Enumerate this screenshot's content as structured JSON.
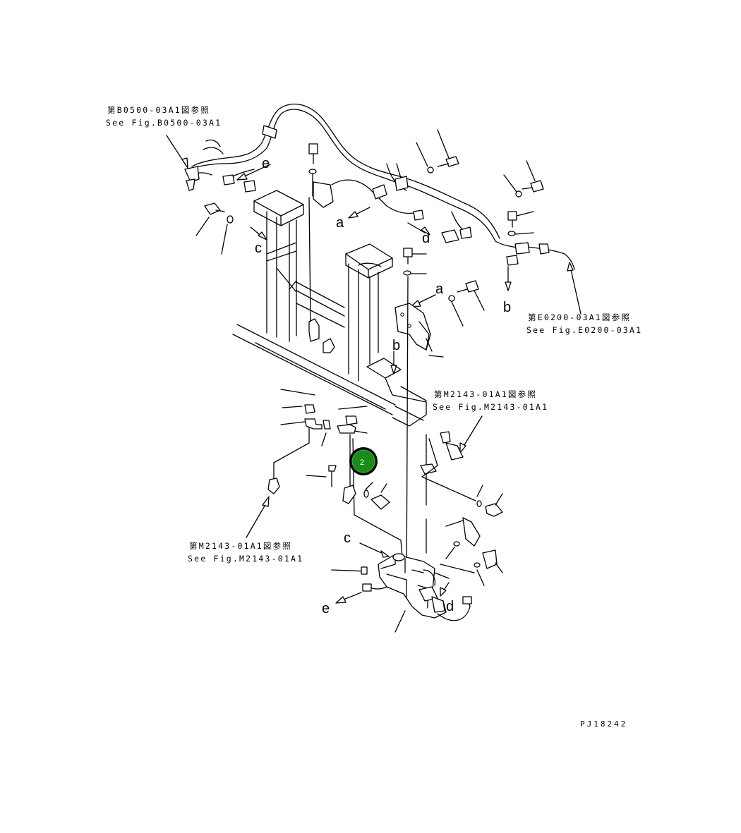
{
  "references": [
    {
      "jp": "第B0500-03A1図参照",
      "en": "See Fig.B0500-03A1"
    },
    {
      "jp": "第E0200-03A1図参照",
      "en": "See Fig.E0200-03A1"
    },
    {
      "jp": "第M2143-01A1図参照",
      "en": "See Fig.M2143-01A1"
    },
    {
      "jp": "第M2143-01A1図参照",
      "en": "See Fig.M2143-01A1"
    }
  ],
  "connection_letters": {
    "a": "a",
    "b": "b",
    "c": "c",
    "d": "d",
    "e": "e"
  },
  "callout": {
    "number": "2",
    "color": "#1a8a1a",
    "ring": "#000000"
  },
  "drawing_code": "PJ18242"
}
